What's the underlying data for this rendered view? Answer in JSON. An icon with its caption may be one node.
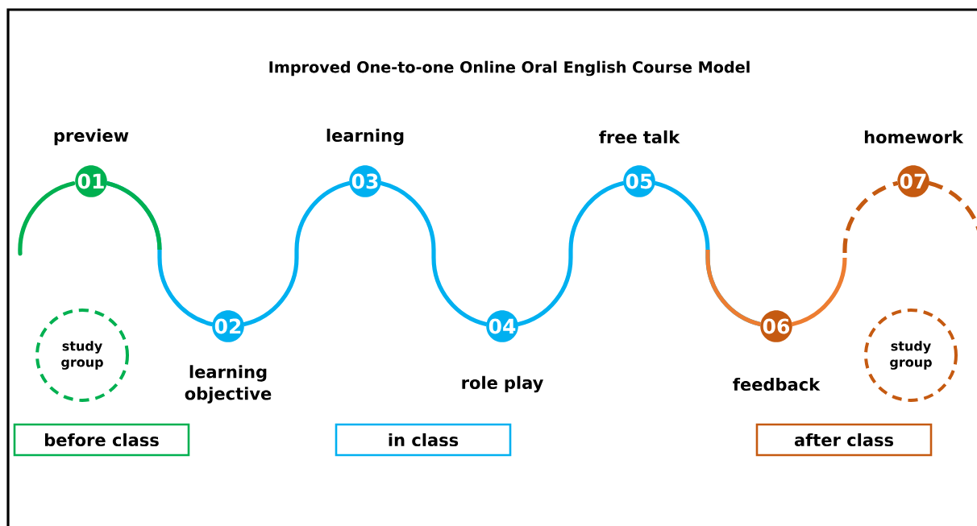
{
  "diagram": {
    "title": "Improved One-to-one Online Oral English Course Model",
    "nodes": [
      {
        "text": [
          "01"
        ],
        "beside": [
          "preview"
        ]
      },
      {
        "text": [
          "02"
        ],
        "beside": [
          "learning objective"
        ]
      },
      {
        "text": [
          "03"
        ],
        "beside": [
          "learning"
        ]
      },
      {
        "text": [
          "04"
        ],
        "beside": [
          "role play"
        ]
      },
      {
        "text": [
          "05"
        ],
        "beside": [
          "free talk"
        ]
      },
      {
        "text": [
          "06"
        ],
        "beside": [
          "feedback"
        ]
      },
      {
        "text": [
          "07"
        ],
        "beside": [
          "homework"
        ]
      },
      {
        "text": [
          "study group"
        ]
      },
      {
        "text": [
          "study group"
        ]
      },
      {
        "text": [
          "before class"
        ]
      },
      {
        "text": [
          "in class"
        ]
      },
      {
        "text": [
          "after class"
        ]
      }
    ],
    "edges": [
      {
        "from": 0,
        "to": 1,
        "arrow": "none"
      },
      {
        "from": 1,
        "to": 2,
        "arrow": "none"
      },
      {
        "from": 2,
        "to": 3,
        "arrow": "none"
      },
      {
        "from": 3,
        "to": 4,
        "arrow": "none"
      },
      {
        "from": 4,
        "to": 5,
        "arrow": "none"
      },
      {
        "from": 5,
        "to": 6,
        "arrow": "none",
        "color": "#ed7d31"
      }
    ]
  }
}
